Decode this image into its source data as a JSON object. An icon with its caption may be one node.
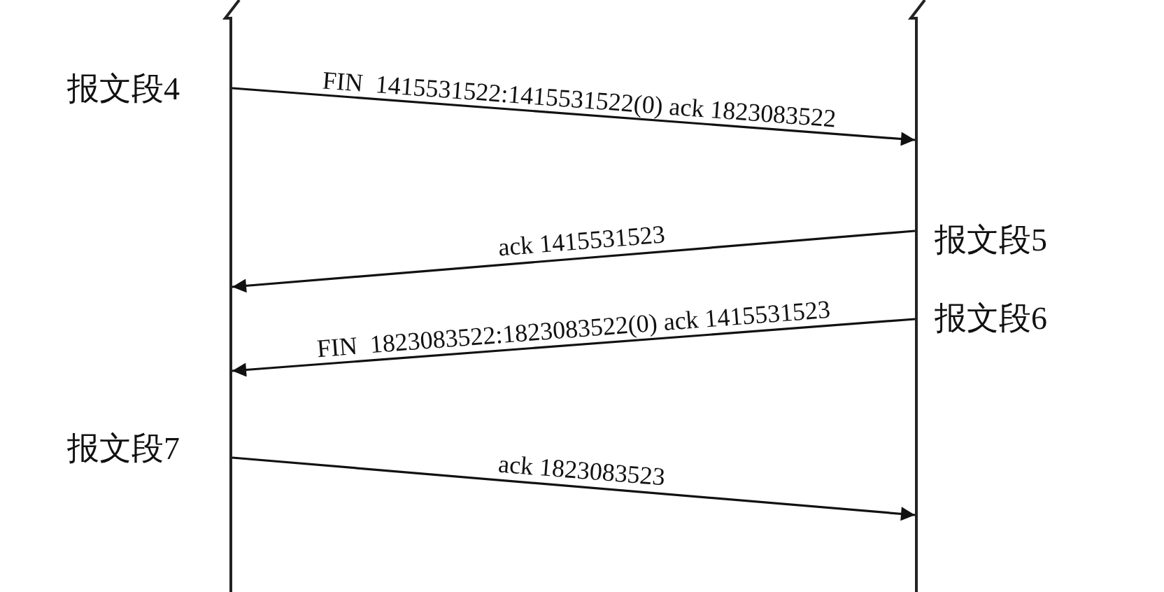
{
  "diagram": {
    "nodes": [
      {
        "text": [],
        "shape": "bar"
      },
      {
        "text": [],
        "shape": "bar"
      }
    ],
    "edges": [
      {
        "from": 0,
        "to": 1,
        "arrow": "to",
        "label": "FIN  1415531522:1415531522(0) ack 1823083522"
      },
      {
        "from": 1,
        "to": 0,
        "arrow": "to",
        "label": "ack 1415531523"
      },
      {
        "from": 1,
        "to": 0,
        "arrow": "to",
        "label": "FIN  1823083522:1823083522(0) ack 1415531523"
      },
      {
        "from": 0,
        "to": 1,
        "arrow": "to",
        "label": "ack 1823083523"
      }
    ],
    "labels": [
      "报文段4",
      "报文段5",
      "报文段6",
      "报文段7"
    ]
  }
}
